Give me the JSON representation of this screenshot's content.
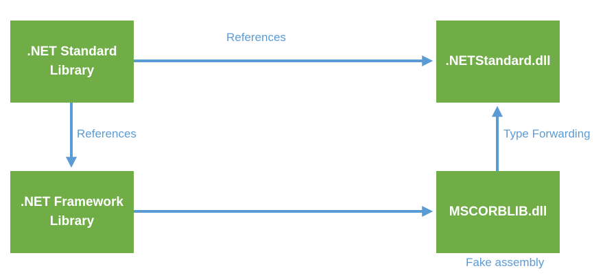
{
  "nodes": {
    "netstandard_library": ".NET Standard Library",
    "netframework_library": ".NET Framework Library",
    "netstandard_dll": ".NETStandard.dll",
    "mscorlib_dll": "MSCORBLIB.dll"
  },
  "edges": {
    "references_top": "References",
    "references_left": "References",
    "type_forwarding": "Type Forwarding"
  },
  "notes": {
    "fake_assembly": "Fake assembly"
  },
  "colors": {
    "box_fill": "#70ad47",
    "arrow": "#5b9bd5",
    "label_text": "#5b9bd5"
  }
}
